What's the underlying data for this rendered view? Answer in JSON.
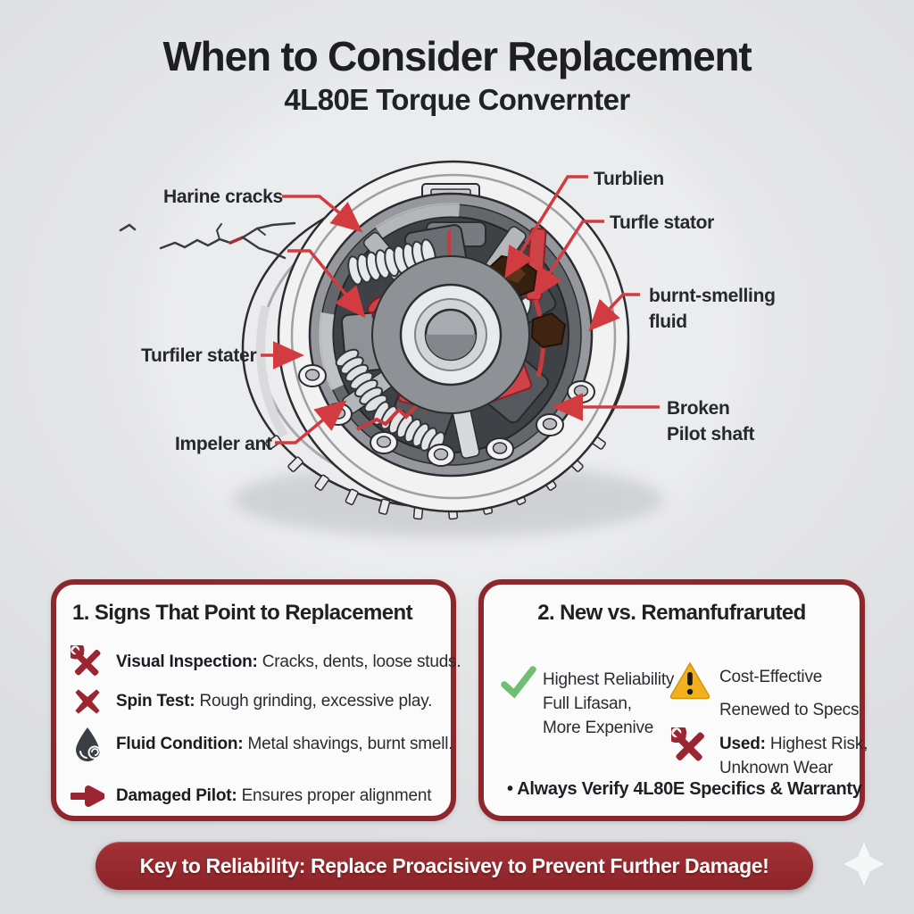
{
  "header": {
    "title": "When to Consider Replacement",
    "subtitle": "4L80E Torque Convernter"
  },
  "diagram": {
    "callouts": {
      "marine_cracks": {
        "text": "Harine cracks"
      },
      "turbine": {
        "text": "Turblien"
      },
      "stator": {
        "text": "Turfle stator"
      },
      "burnt_fluid": {
        "line1": "burnt-smelling",
        "line2": "fluid"
      },
      "impeller_left": {
        "text": "Turfiler stater"
      },
      "impeller": {
        "text": "Impeler ant"
      },
      "pilot": {
        "line1": "Broken",
        "line2": "Pilot shaft"
      }
    }
  },
  "signs_panel": {
    "title": "1. Signs That Point to Replacement",
    "items": [
      {
        "icon": "crossed-tools-icon",
        "label": "Visual Inspection:",
        "text": " Cracks, dents, loose studs."
      },
      {
        "icon": "x-mark-icon",
        "label": "Spin Test:",
        "text": " Rough grinding, excessive play."
      },
      {
        "icon": "fluid-drop-icon",
        "label": "Fluid Condition:",
        "text": " Metal shavings, burnt smell."
      },
      {
        "icon": "arrow-right-icon",
        "label": "Damaged Pilot:",
        "text": " Ensures proper alignment"
      }
    ]
  },
  "compare_panel": {
    "title": "2. New vs. Remanfufraruted",
    "new_item": {
      "icon": "check-icon",
      "line1": "Highest Reliability",
      "line2": "Full Lifasan,",
      "line3": "More Expenive"
    },
    "reman_item": {
      "icon": "warning-icon",
      "line1": "Cost-Effective",
      "line2": "Renewed to Specs"
    },
    "used_item": {
      "icon": "crossed-tools-icon",
      "label": "Used:",
      "line1": " Highest Risk,",
      "line2": "Unknown Wear"
    },
    "footnote": "• Always Verify 4L80E Specifics & Warranty"
  },
  "banner": {
    "text": "Key to Reliability: Replace Proacisivey to Prevent Further Damage!"
  },
  "colors": {
    "background": "#e5e6e8",
    "panel_border": "#8e272c",
    "banner_bg": "#992b30",
    "callout_red": "#d23c40",
    "icon_dark_red": "#9b2531",
    "check_green": "#6fbe72",
    "warning_yellow": "#f2b01e",
    "ink": "#222428"
  }
}
